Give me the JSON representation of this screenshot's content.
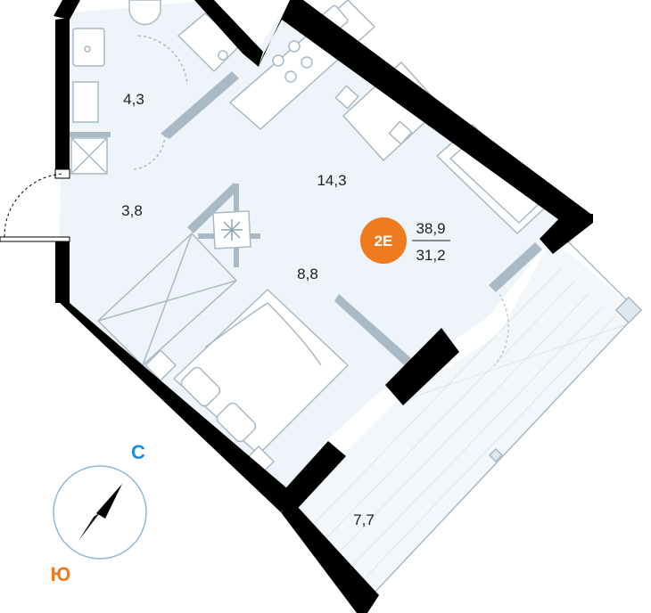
{
  "plan": {
    "rooms": [
      {
        "id": "bathroom",
        "area": "4,3"
      },
      {
        "id": "hallway",
        "area": "3,8"
      },
      {
        "id": "kitchen-living",
        "area": "14,3"
      },
      {
        "id": "sleeping-zone",
        "area": "8,8"
      },
      {
        "id": "loggia",
        "area": "7,7"
      }
    ],
    "apartment": {
      "code": "2E",
      "total_area": "38,9",
      "living_area": "31,2"
    }
  },
  "compass": {
    "north_label": "С",
    "south_label": "Ю"
  },
  "colors": {
    "wall": "#000000",
    "floor": "#eef4f9",
    "furniture_stroke": "#a9b9c6",
    "badge": "#f07a1e",
    "compass_north": "#1e8fd6",
    "compass_south": "#f07a1e",
    "compass_ring": "#8fb8d6"
  }
}
